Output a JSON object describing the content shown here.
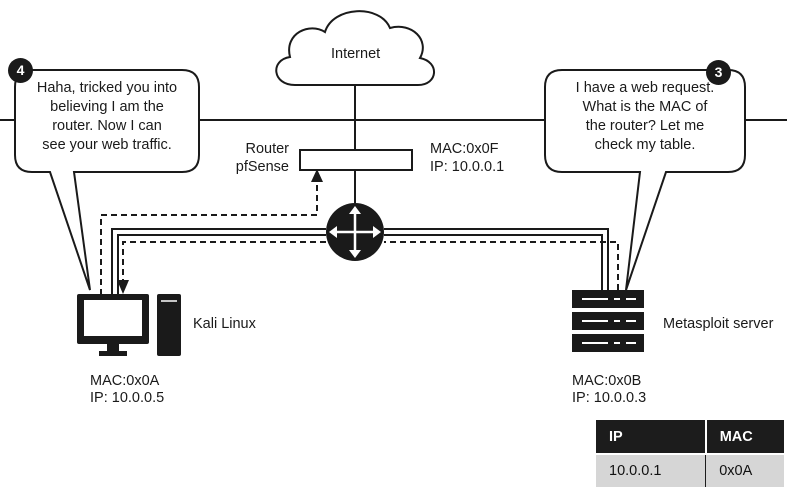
{
  "internet": {
    "label": "Internet"
  },
  "router": {
    "name_line1": "Router",
    "name_line2": "pfSense",
    "mac": "MAC:0x0F",
    "ip": "IP: 10.0.0.1"
  },
  "kali": {
    "name": "Kali Linux",
    "mac": "MAC:0x0A",
    "ip": "IP: 10.0.0.5"
  },
  "metasploit": {
    "name": "Metasploit server",
    "mac": "MAC:0x0B",
    "ip": "IP: 10.0.0.3"
  },
  "bubbles": {
    "left": {
      "step": "4",
      "lines": [
        "Haha, tricked you into",
        "believing I am the",
        "router. Now I can",
        "see your web traffic."
      ]
    },
    "right": {
      "step": "3",
      "lines": [
        "I have a web request.",
        "What is the MAC of",
        "the router? Let me",
        "check my table."
      ]
    }
  },
  "arp_table": {
    "headers": [
      "IP",
      "MAC"
    ],
    "rows": [
      [
        "10.0.0.1",
        "0x0A"
      ]
    ]
  }
}
